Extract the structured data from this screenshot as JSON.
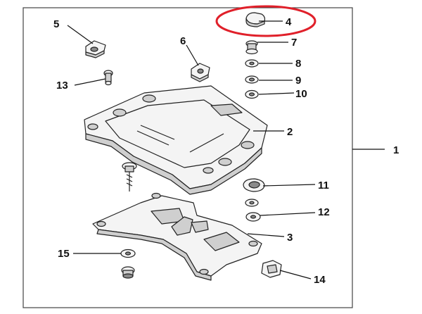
{
  "diagram": {
    "labels": {
      "p1": "1",
      "p2": "2",
      "p3": "3",
      "p4": "4",
      "p5": "5",
      "p6": "6",
      "p7": "7",
      "p8": "8",
      "p9": "9",
      "p10": "10",
      "p11": "11",
      "p12": "12",
      "p13": "13",
      "p14": "14",
      "p15": "15"
    },
    "colors": {
      "highlight": "#e0202a",
      "line": "#111111",
      "part_fill": "#f4f4f4",
      "part_shade": "#cfcfcf"
    }
  }
}
